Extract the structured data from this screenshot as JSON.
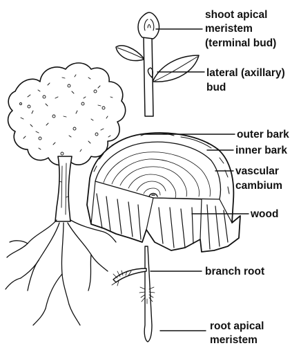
{
  "labels": {
    "shoot_apical_meristem": [
      "shoot apical",
      "meristem",
      "(terminal bud)"
    ],
    "lateral_bud": [
      "lateral (axillary)",
      "bud"
    ],
    "outer_bark": "outer bark",
    "inner_bark": "inner bark",
    "vascular_cambium": [
      "vascular",
      "cambium"
    ],
    "wood": "wood",
    "branch_root": "branch root",
    "root_apical_meristem": [
      "root apical",
      "meristem"
    ]
  },
  "colors": {
    "ink": "#111111",
    "background": "#ffffff"
  }
}
